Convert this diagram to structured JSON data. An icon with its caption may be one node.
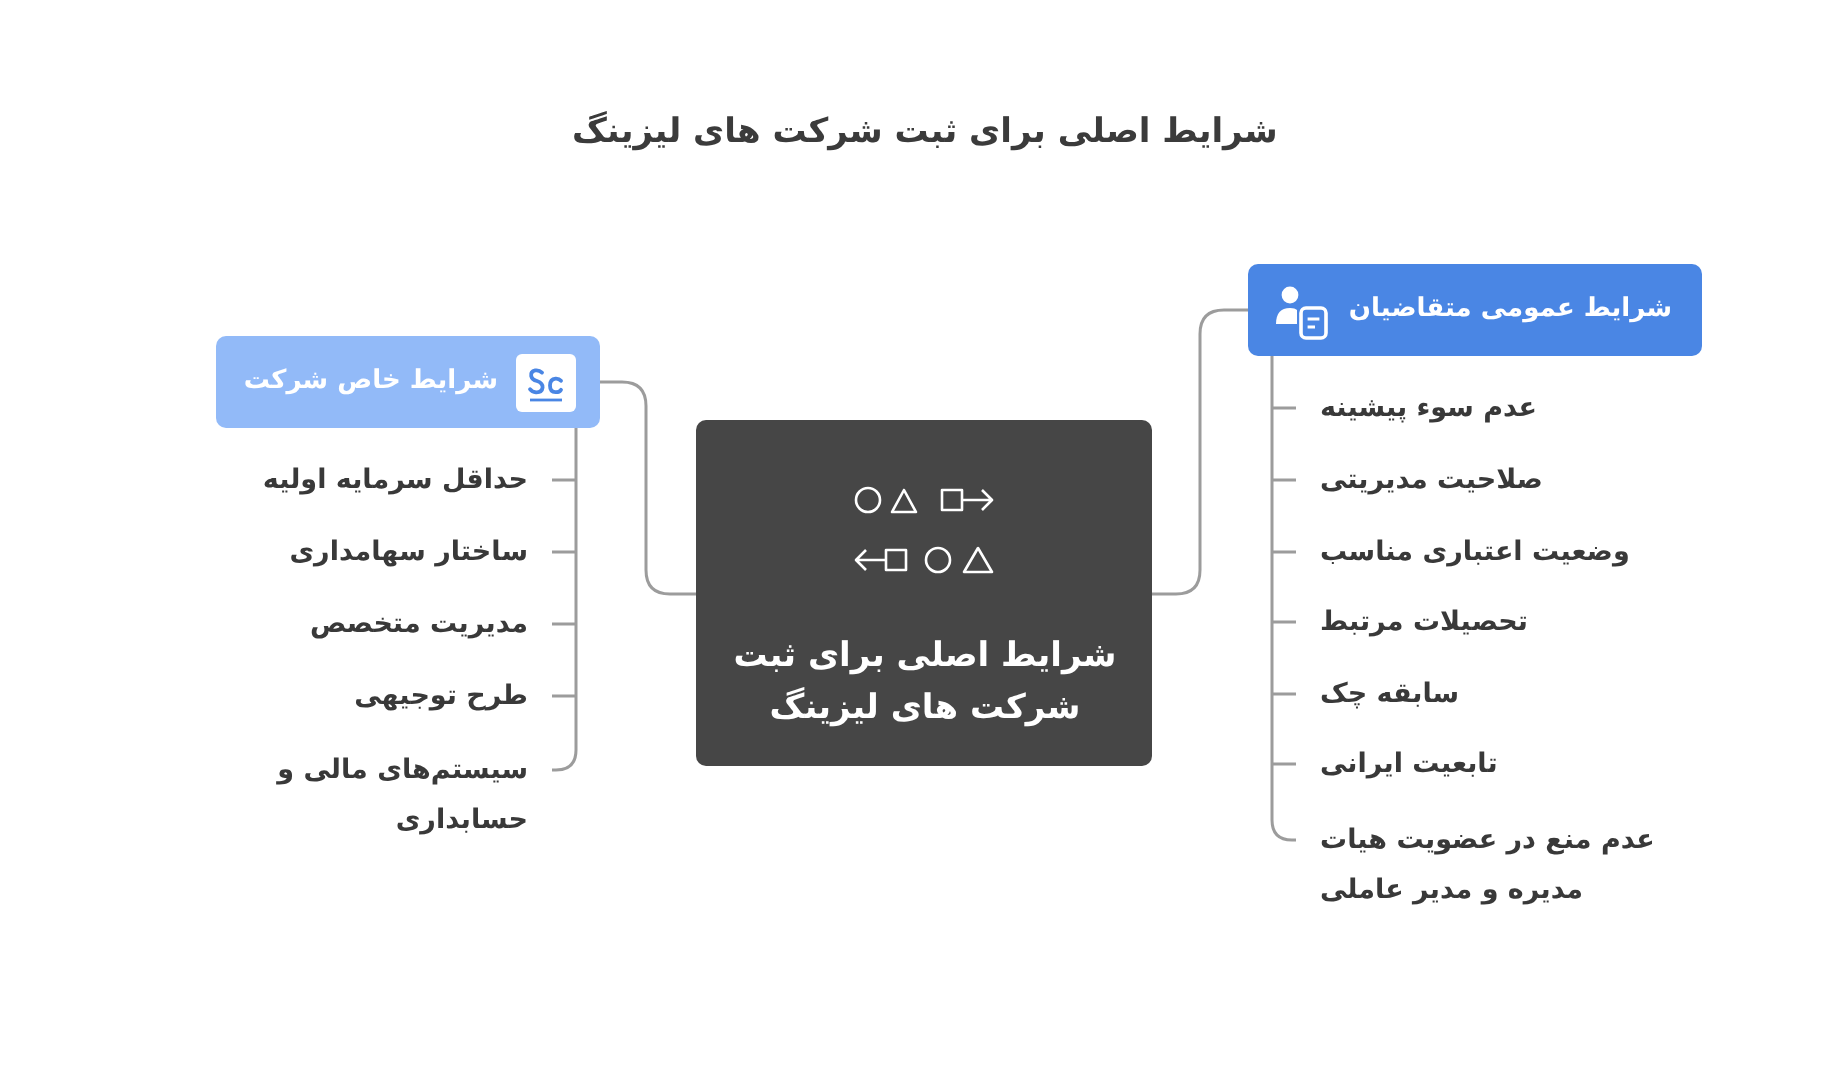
{
  "diagram": {
    "title": "شرایط اصلی برای ثبت شرکت های لیزینگ",
    "nodes": [
      {
        "text": [
          "شرایط اصلی برای ثبت شرکت های لیزینگ"
        ]
      },
      {
        "text": [
          "شرایط عمومی متقاضیان"
        ]
      },
      {
        "text": [
          "عدم سوء پیشینه"
        ]
      },
      {
        "text": [
          "صلاحیت مدیریتی"
        ]
      },
      {
        "text": [
          "وضعیت اعتباری مناسب"
        ]
      },
      {
        "text": [
          "تحصیلات مرتبط"
        ]
      },
      {
        "text": [
          "سابقه چک"
        ]
      },
      {
        "text": [
          "تابعیت ایرانی"
        ]
      },
      {
        "text": [
          "عدم منع در عضویت هیات مدیره و مدیر عاملی"
        ]
      },
      {
        "text": [
          "شرایط خاص شرکت"
        ]
      },
      {
        "text": [
          "حداقل سرمایه اولیه"
        ]
      },
      {
        "text": [
          "ساختار سهامداری"
        ]
      },
      {
        "text": [
          "مدیریت متخصص"
        ]
      },
      {
        "text": [
          "طرح توجیهی"
        ]
      },
      {
        "text": [
          "سیستم‌های مالی و حسابداری"
        ]
      }
    ],
    "edges": [
      {
        "from": 0,
        "to": 1,
        "arrow": "none"
      },
      {
        "from": 0,
        "to": 9,
        "arrow": "none"
      },
      {
        "from": 1,
        "to": 2,
        "arrow": "none"
      },
      {
        "from": 1,
        "to": 3,
        "arrow": "none"
      },
      {
        "from": 1,
        "to": 4,
        "arrow": "none"
      },
      {
        "from": 1,
        "to": 5,
        "arrow": "none"
      },
      {
        "from": 1,
        "to": 6,
        "arrow": "none"
      },
      {
        "from": 1,
        "to": 7,
        "arrow": "none"
      },
      {
        "from": 1,
        "to": 8,
        "arrow": "none"
      },
      {
        "from": 9,
        "to": 10,
        "arrow": "none"
      },
      {
        "from": 9,
        "to": 11,
        "arrow": "none"
      },
      {
        "from": 9,
        "to": 12,
        "arrow": "none"
      },
      {
        "from": 9,
        "to": 13,
        "arrow": "none"
      },
      {
        "from": 9,
        "to": 14,
        "arrow": "none"
      }
    ]
  }
}
